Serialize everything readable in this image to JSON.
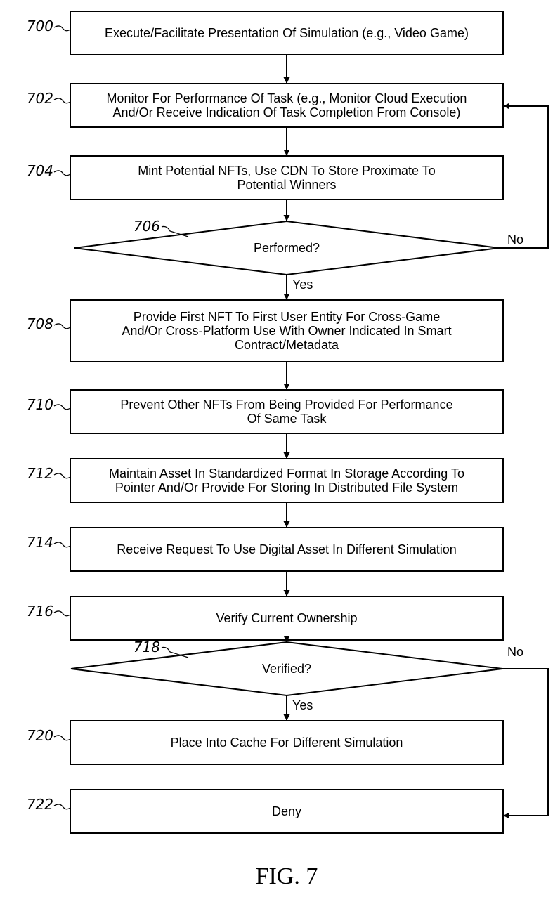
{
  "figure": {
    "caption": "FIG. 7"
  },
  "steps": [
    {
      "ref": "700",
      "type": "process",
      "lines": [
        "Execute/Facilitate Presentation Of Simulation (e.g., Video Game)"
      ]
    },
    {
      "ref": "702",
      "type": "process",
      "lines": [
        "Monitor For Performance Of Task (e.g., Monitor Cloud Execution",
        "And/Or Receive Indication Of Task Completion From Console)"
      ]
    },
    {
      "ref": "704",
      "type": "process",
      "lines": [
        "Mint Potential NFTs, Use CDN To Store Proximate To",
        "Potential Winners"
      ]
    },
    {
      "ref": "706",
      "type": "decision",
      "lines": [
        "Performed?"
      ]
    },
    {
      "ref": "708",
      "type": "process",
      "lines": [
        "Provide First NFT To First User Entity For Cross-Game",
        "And/Or Cross-Platform Use With Owner Indicated In Smart",
        "Contract/Metadata"
      ]
    },
    {
      "ref": "710",
      "type": "process",
      "lines": [
        "Prevent Other NFTs From Being Provided For Performance",
        "Of Same Task"
      ]
    },
    {
      "ref": "712",
      "type": "process",
      "lines": [
        "Maintain Asset In Standardized Format In Storage According To",
        "Pointer And/Or Provide For Storing In Distributed File System"
      ]
    },
    {
      "ref": "714",
      "type": "process",
      "lines": [
        "Receive Request To Use Digital Asset In Different Simulation"
      ]
    },
    {
      "ref": "716",
      "type": "process",
      "lines": [
        "Verify Current Ownership"
      ]
    },
    {
      "ref": "718",
      "type": "decision",
      "lines": [
        "Verified?"
      ]
    },
    {
      "ref": "720",
      "type": "process",
      "lines": [
        "Place Into Cache For Different Simulation"
      ]
    },
    {
      "ref": "722",
      "type": "process",
      "lines": [
        "Deny"
      ]
    }
  ],
  "branches": {
    "d706_yes": "Yes",
    "d706_no": "No",
    "d718_yes": "Yes",
    "d718_no": "No"
  }
}
